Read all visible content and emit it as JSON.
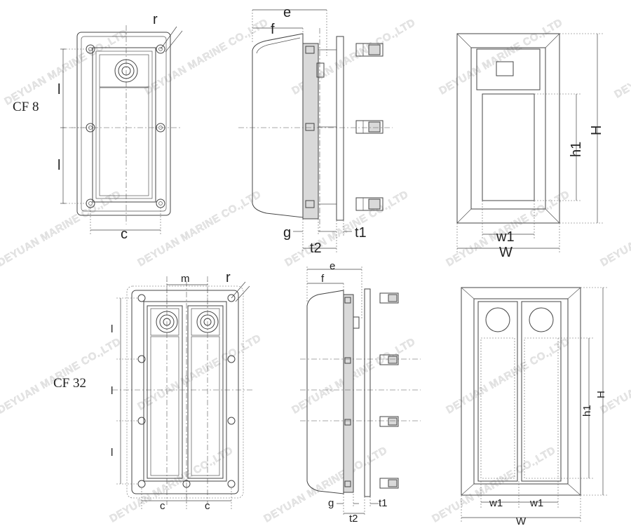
{
  "drawings": [
    {
      "model": "CF 8",
      "views": {
        "front": {
          "labels": {
            "r": "r",
            "l_upper": "l",
            "l_lower": "l",
            "c": "c"
          }
        },
        "side": {
          "labels": {
            "e": "e",
            "f": "f",
            "g": "g",
            "t1": "t1",
            "t2": "t2"
          }
        },
        "back": {
          "labels": {
            "H": "H",
            "h1": "h1",
            "w1": "w1",
            "W": "W"
          }
        }
      }
    },
    {
      "model": "CF 32",
      "views": {
        "front": {
          "labels": {
            "m": "m",
            "r": "r",
            "l_1": "l",
            "l_2": "l",
            "l_3": "l",
            "c_left": "c",
            "c_right": "c"
          }
        },
        "side": {
          "labels": {
            "e": "e",
            "f": "f",
            "g": "g",
            "t1": "t1",
            "t2": "t2"
          }
        },
        "back": {
          "labels": {
            "H": "H",
            "h1": "h1",
            "w1_left": "w1",
            "w1_right": "w1",
            "W": "W"
          }
        }
      }
    }
  ],
  "watermark": "DEYUAN MARINE CO.,LTD"
}
